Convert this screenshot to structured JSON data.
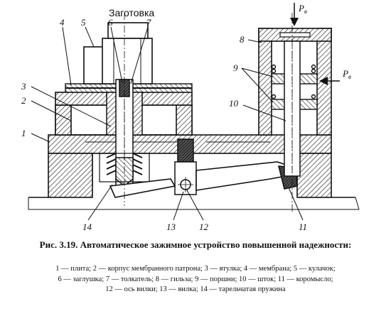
{
  "workpiece_label": "Заготовка",
  "pressure_label_top": "P",
  "pressure_label_side": "P",
  "pressure_subscript": "в",
  "numbers": [
    "1",
    "2",
    "3",
    "4",
    "5",
    "6",
    "7",
    "8",
    "9",
    "10",
    "11",
    "12",
    "13",
    "14"
  ],
  "caption": {
    "figure_id": "Рис. 3.19.",
    "title": "Автоматическое зажимное устройство повышенной надежности:",
    "legend_lines": [
      "1 — плита; 2 — корпус мембранного патрона; 3 — втулка; 4 — мембрана; 5 — кулачок;",
      "6 — заглушка; 7 — толкатель; 8 — гильза; 9 — поршни; 10 — шток; 11 — коромысло;",
      "12 — ось вилки; 13 — вилка; 14 — тарельчатая пружина"
    ]
  }
}
